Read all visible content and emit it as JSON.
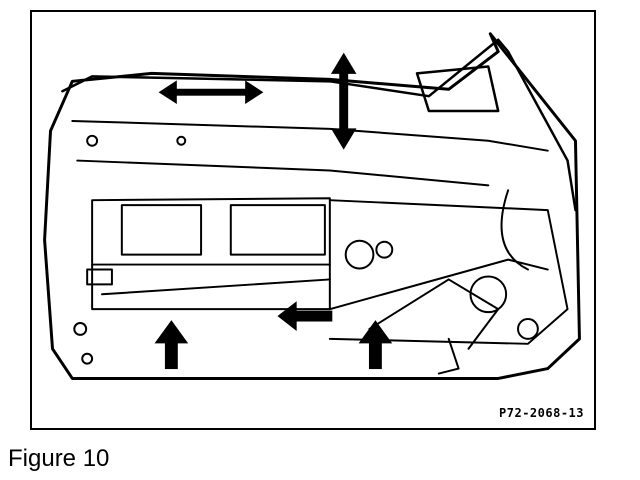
{
  "figure": {
    "caption": "Figure 10",
    "code": "P72-2068-13"
  },
  "colors": {
    "ink": "#000000",
    "paper": "#ffffff"
  },
  "arrows": [
    {
      "name": "horizontal-double-arrow",
      "direction": "left-right"
    },
    {
      "name": "vertical-double-arrow",
      "direction": "up-down"
    },
    {
      "name": "left-arrow",
      "direction": "left"
    },
    {
      "name": "up-arrow-left",
      "direction": "up"
    },
    {
      "name": "up-arrow-right",
      "direction": "up"
    }
  ]
}
